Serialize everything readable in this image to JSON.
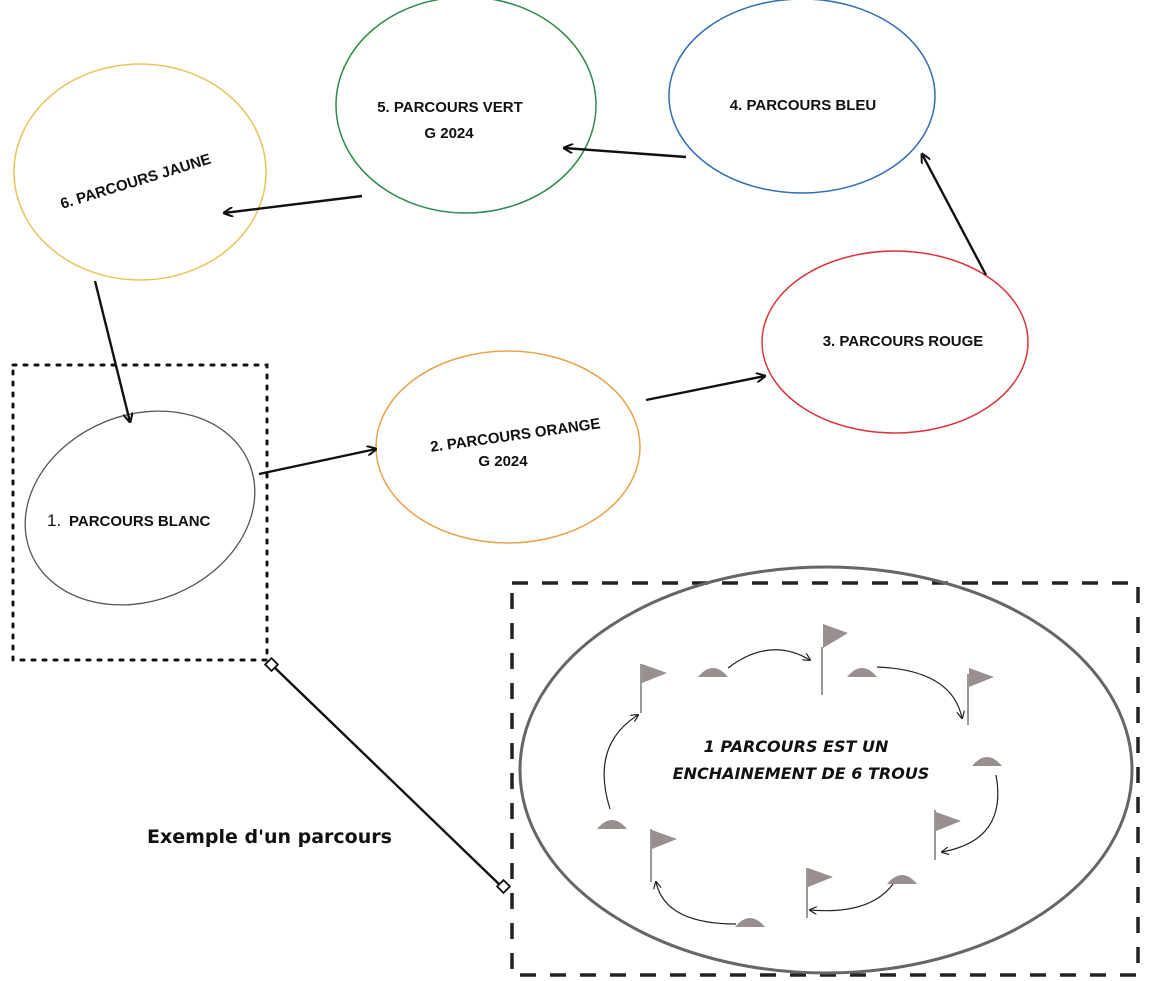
{
  "courses": [
    {
      "id": "blanc",
      "number": "1.",
      "name": "PARCOURS BLANC",
      "line2": "",
      "color": "#555555"
    },
    {
      "id": "orange",
      "number": "",
      "name": "2. PARCOURS ORANGE",
      "line2": "G 2024",
      "color": "#e8a24a"
    },
    {
      "id": "rouge",
      "number": "",
      "name": "3. PARCOURS ROUGE",
      "line2": "",
      "color": "#d9343a"
    },
    {
      "id": "bleu",
      "number": "",
      "name": "4. PARCOURS BLEU",
      "line2": "",
      "color": "#2f6db5"
    },
    {
      "id": "vert",
      "number": "",
      "name": "5. PARCOURS VERT",
      "line2": "G 2024",
      "color": "#2e8a4a"
    },
    {
      "id": "jaune",
      "number": "",
      "name": "6. PARCOURS JAUNE",
      "line2": "",
      "color": "#e6c45a"
    }
  ],
  "example": {
    "caption": "Exemple d'un parcours",
    "text_line1": "1 PARCOURS EST UN",
    "text_line2": "ENCHAINEMENT DE 6 TROUS",
    "hole_count": 6,
    "icons": {
      "tee": "tee-mound-icon",
      "flag": "flag-icon"
    }
  },
  "colors": {
    "arrow": "#111111",
    "example_oval": "#666666",
    "icon_grey": "#9a8f8f"
  }
}
